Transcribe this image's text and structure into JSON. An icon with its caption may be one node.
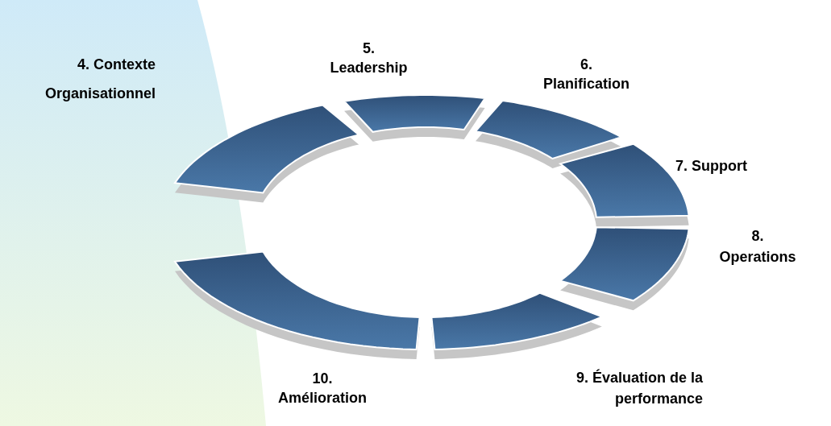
{
  "diagram": {
    "nodes": [
      {
        "text": [],
        "shape": "arc",
        "beside": [
          "4. Contexte Organisationnel"
        ]
      },
      {
        "text": [],
        "shape": "arc",
        "beside": [
          "5. Leadership"
        ]
      },
      {
        "text": [],
        "shape": "arc",
        "beside": [
          "6. Planification"
        ]
      },
      {
        "text": [],
        "shape": "arc",
        "beside": [
          "7. Support"
        ]
      },
      {
        "text": [],
        "shape": "arc",
        "beside": [
          "8. Operations"
        ]
      },
      {
        "text": [],
        "shape": "arc",
        "beside": [
          "9. Évaluation de la performance"
        ]
      },
      {
        "text": [],
        "shape": "arc",
        "beside": [
          "10. Amélioration"
        ]
      }
    ]
  }
}
